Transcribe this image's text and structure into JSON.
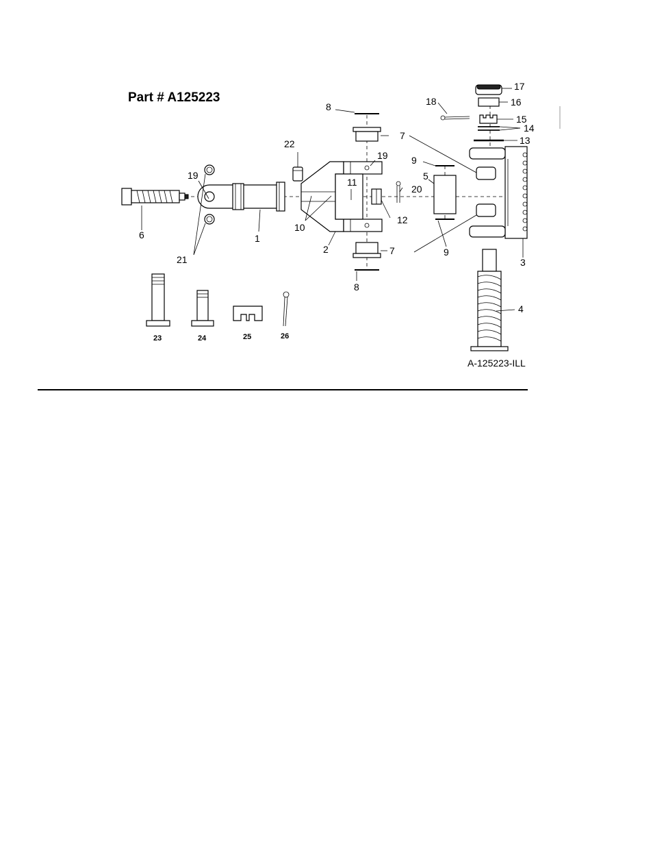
{
  "title": "Part # A125223",
  "drawing_code": "A-125223-ILL",
  "callouts": {
    "c1": "1",
    "c2": "2",
    "c3": "3",
    "c4": "4",
    "c5": "5",
    "c6": "6",
    "c7a": "7",
    "c7b": "7",
    "c8a": "8",
    "c8b": "8",
    "c9a": "9",
    "c9b": "9",
    "c10": "10",
    "c11": "11",
    "c12": "12",
    "c13": "13",
    "c14": "14",
    "c15": "15",
    "c16": "16",
    "c17": "17",
    "c18": "18",
    "c19a": "19",
    "c19b": "19",
    "c20": "20",
    "c21": "21",
    "c22": "22",
    "c23": "23",
    "c24": "24",
    "c25": "25",
    "c26": "26"
  }
}
